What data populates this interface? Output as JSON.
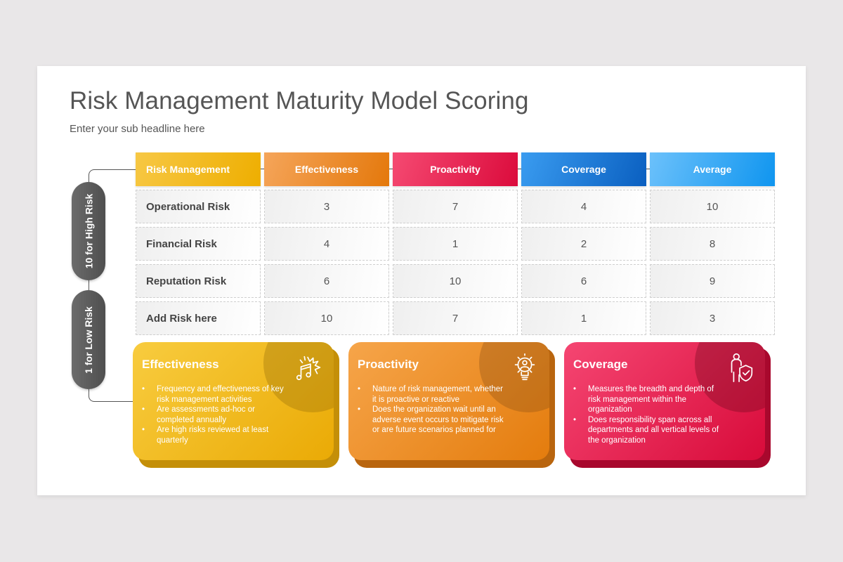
{
  "slide": {
    "title": "Risk Management Maturity Model Scoring",
    "subtitle": "Enter your sub headline here"
  },
  "scale": {
    "high_label": "10 for High Risk",
    "low_label": "1 for Low Risk"
  },
  "table": {
    "headers": [
      {
        "label": "Risk Management",
        "gradient": [
          "#f7c845",
          "#eeae00"
        ]
      },
      {
        "label": "Effectiveness",
        "gradient": [
          "#f5a55a",
          "#e4780b"
        ]
      },
      {
        "label": "Proactivity",
        "gradient": [
          "#f54a72",
          "#db0b3c"
        ]
      },
      {
        "label": "Coverage",
        "gradient": [
          "#3a9cf0",
          "#0a5fc0"
        ]
      },
      {
        "label": "Average",
        "gradient": [
          "#6cc1fb",
          "#0f95ef"
        ]
      }
    ],
    "rows": [
      {
        "label": "Operational Risk",
        "values": [
          "3",
          "7",
          "4",
          "10"
        ]
      },
      {
        "label": "Financial Risk",
        "values": [
          "4",
          "1",
          "2",
          "8"
        ]
      },
      {
        "label": "Reputation Risk",
        "values": [
          "6",
          "10",
          "6",
          "9"
        ]
      },
      {
        "label": "Add Risk here",
        "values": [
          "10",
          "7",
          "1",
          "3"
        ]
      }
    ]
  },
  "cards": [
    {
      "title": "Effectiveness",
      "icon": "music-burst-icon",
      "colors": {
        "from": "#f8cc3f",
        "to": "#eaaa05",
        "back": "#c48f08",
        "circle": "rgba(150,110,10,0.35)"
      },
      "bullets": [
        "Frequency and effectiveness of key risk management activities",
        "Are assessments ad-hoc or completed annually",
        "Are high risks reviewed at least quarterly"
      ]
    },
    {
      "title": "Proactivity",
      "icon": "lightbulb-gear-person-icon",
      "colors": {
        "from": "#f6a54a",
        "to": "#e47c0d",
        "back": "#b9650e",
        "circle": "rgba(140,80,20,0.35)"
      },
      "bullets": [
        "Nature of risk management, whether it is proactive or reactive",
        "Does the organization  wait until an adverse event occurs to mitigate risk or are future scenarios planned for"
      ]
    },
    {
      "title": "Coverage",
      "icon": "person-shield-check-icon",
      "colors": {
        "from": "#f54672",
        "to": "#d80b3a",
        "back": "#a8082d",
        "circle": "rgba(110,10,30,0.35)"
      },
      "bullets": [
        "Measures the breadth and depth of risk management within the organization",
        "Does responsibility span across all departments and all vertical levels of the organization"
      ]
    }
  ]
}
